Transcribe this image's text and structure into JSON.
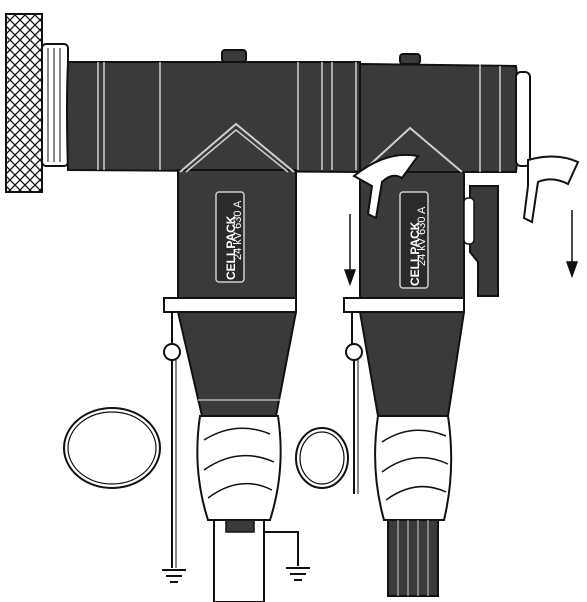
{
  "colors": {
    "body": "#3a3a3a",
    "body_dark": "#262626",
    "highlight": "#cfcfcf",
    "outline": "#111111",
    "background": "#ffffff"
  },
  "labels": {
    "left": {
      "brand": "CELLPACK",
      "rating": "24 kV 630 A"
    },
    "right": {
      "brand": "CELLPACK",
      "rating": "24 kV 630 A"
    }
  },
  "icons": [
    "knurled-cap-icon",
    "arrow-down-icon",
    "ground-symbol-icon",
    "coiled-wire-icon",
    "clamp-icon"
  ]
}
